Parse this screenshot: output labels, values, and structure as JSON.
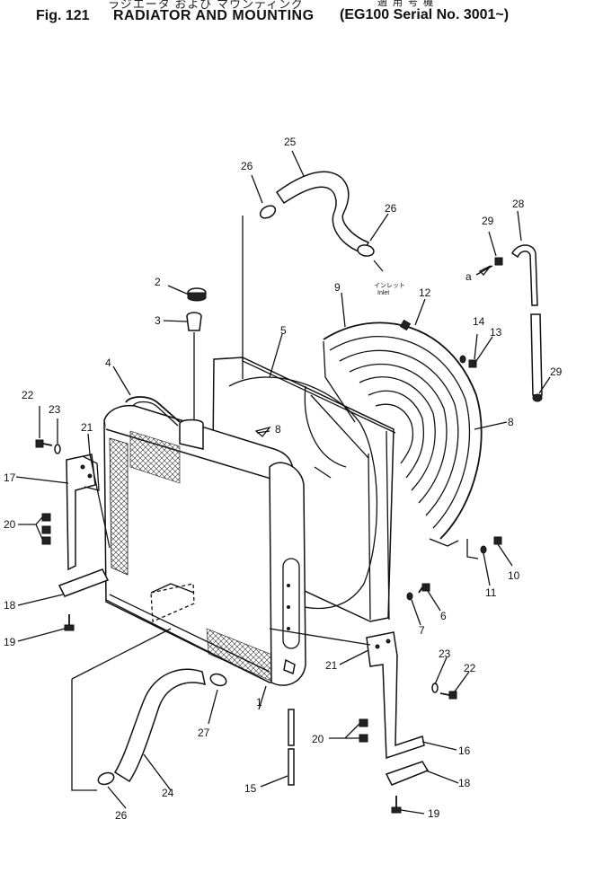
{
  "header": {
    "jp_title": "ラジエータ および マウンティング",
    "figure_number": "Fig. 121",
    "title": "RADIATOR AND MOUNTING",
    "applicability": "(EG100 Serial No. 3001~)",
    "applicability_jp": "適用号機"
  },
  "inlet_label": {
    "jp": "インレット",
    "en": "Inlet"
  },
  "callouts": {
    "c1": "1",
    "c2": "2",
    "c3": "3",
    "c4": "4",
    "c5": "5",
    "c6": "6",
    "c7": "7",
    "c8a": "8",
    "c8b": "8",
    "c9": "9",
    "c10": "10",
    "c11": "11",
    "c12": "12",
    "c13": "13",
    "c14": "14",
    "c15": "15",
    "c16": "16",
    "c17": "17",
    "c18a": "18",
    "c18b": "18",
    "c19a": "19",
    "c19b": "19",
    "c20a": "20",
    "c20b": "20",
    "c21a": "21",
    "c21b": "21",
    "c22a": "22",
    "c22b": "22",
    "c23a": "23",
    "c23b": "23",
    "c24": "24",
    "c25": "25",
    "c26a": "26",
    "c26b": "26",
    "c26c": "26",
    "c27": "27",
    "c28": "28",
    "c29a": "29",
    "c29b": "29",
    "ca": "a"
  }
}
